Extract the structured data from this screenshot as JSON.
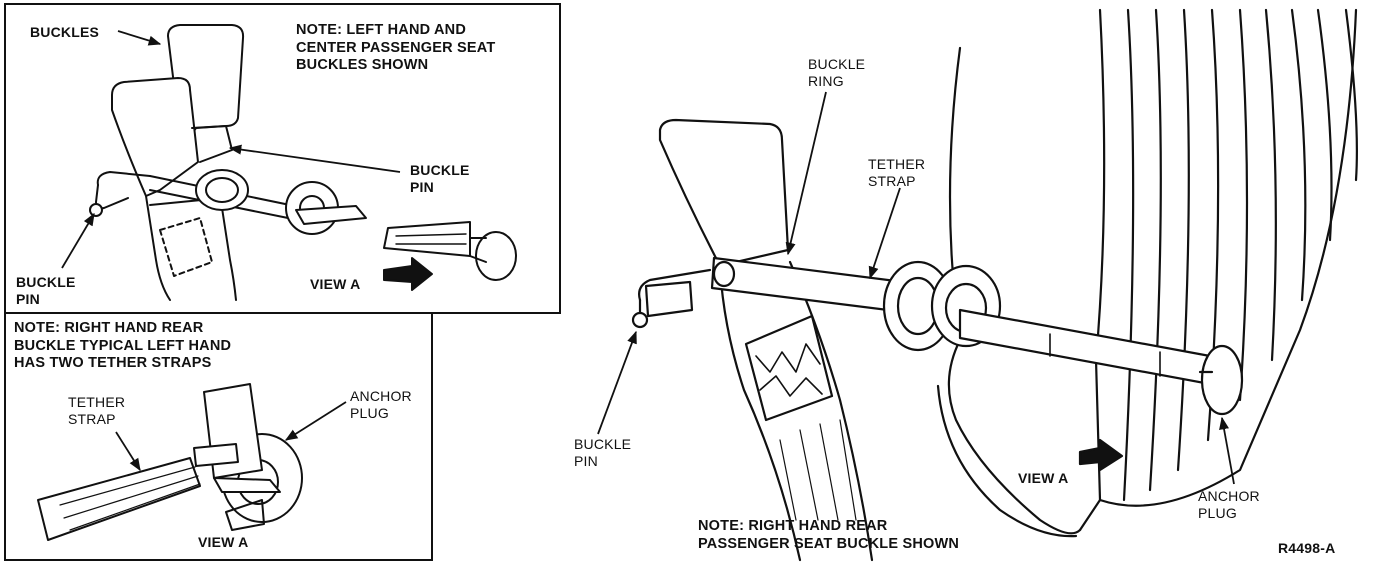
{
  "top_left": {
    "note": [
      "NOTE: LEFT HAND AND",
      "CENTER PASSENGER SEAT",
      "BUCKLES SHOWN"
    ],
    "buckles": "BUCKLES",
    "buckle_pin_right": [
      "BUCKLE",
      "PIN"
    ],
    "buckle_pin_left": [
      "BUCKLE",
      "PIN"
    ],
    "view_a": "VIEW A"
  },
  "bottom_left": {
    "note": [
      "NOTE: RIGHT HAND REAR",
      "BUCKLE TYPICAL LEFT HAND",
      "HAS TWO TETHER STRAPS"
    ],
    "tether_strap": [
      "TETHER",
      "STRAP"
    ],
    "anchor_plug": [
      "ANCHOR",
      "PLUG"
    ],
    "view_a": "VIEW A"
  },
  "main": {
    "buckle_ring": [
      "BUCKLE",
      "RING"
    ],
    "tether_strap": [
      "TETHER",
      "STRAP"
    ],
    "buckle_pin": [
      "BUCKLE",
      "PIN"
    ],
    "view_a": "VIEW A",
    "anchor_plug": [
      "ANCHOR",
      "PLUG"
    ],
    "note": [
      "NOTE: RIGHT HAND REAR",
      "PASSENGER SEAT BUCKLE SHOWN"
    ],
    "ref_code": "R4498-A"
  },
  "colors": {
    "ink": "#111111",
    "paper": "#ffffff"
  }
}
